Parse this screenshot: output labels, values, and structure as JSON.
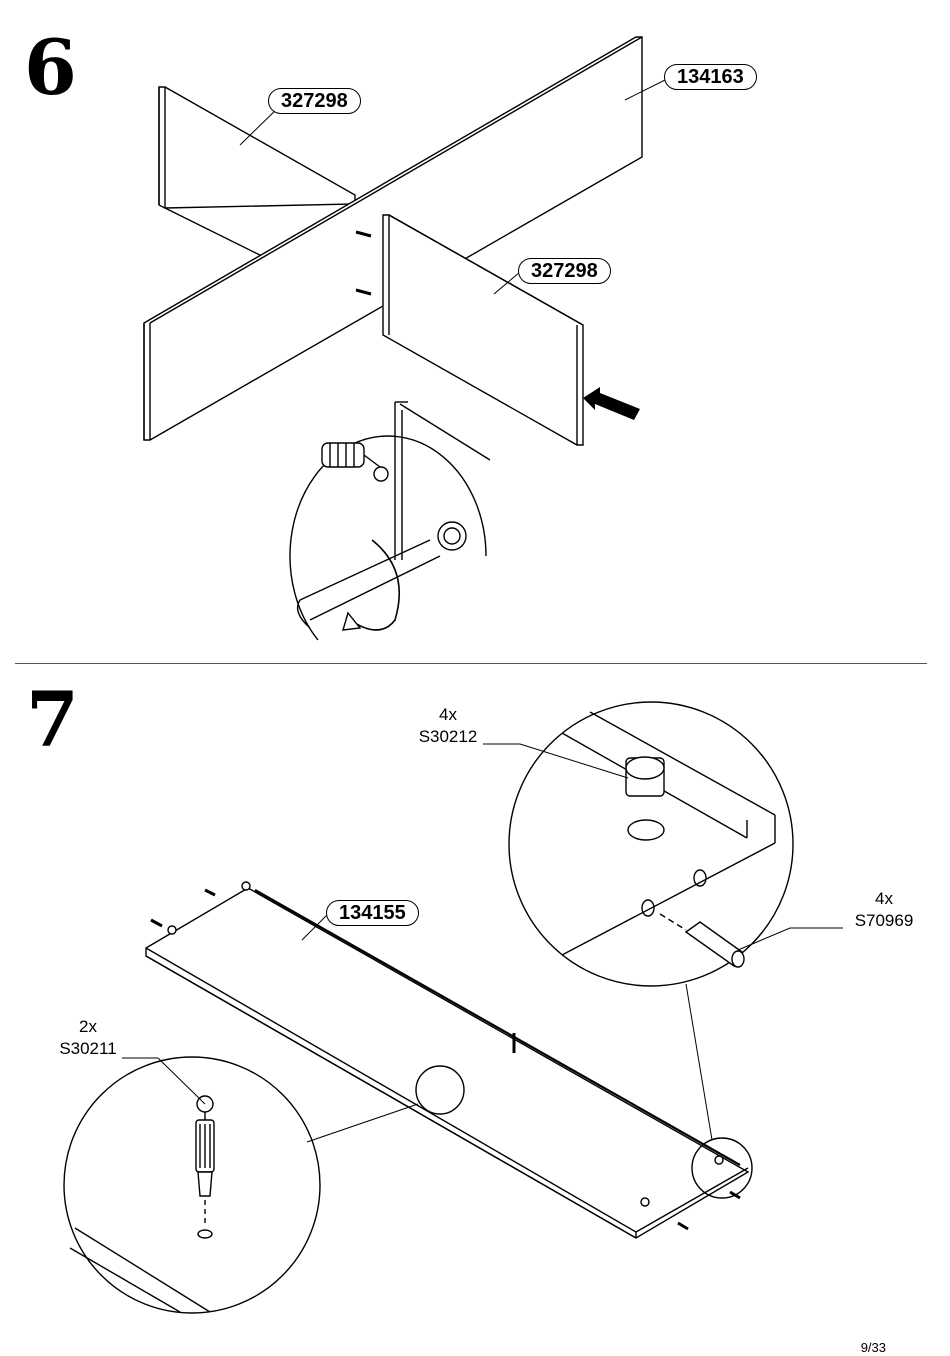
{
  "steps": [
    {
      "number": "6",
      "parts": [
        {
          "label": "327298"
        },
        {
          "label": "134163"
        },
        {
          "label": "327298"
        }
      ]
    },
    {
      "number": "7",
      "parts": [
        {
          "label": "134155"
        }
      ],
      "hardware": [
        {
          "qty": "4x",
          "code": "S30212"
        },
        {
          "qty": "4x",
          "code": "S70969"
        },
        {
          "qty": "2x",
          "code": "S30211"
        }
      ]
    }
  ],
  "page": "9/33"
}
